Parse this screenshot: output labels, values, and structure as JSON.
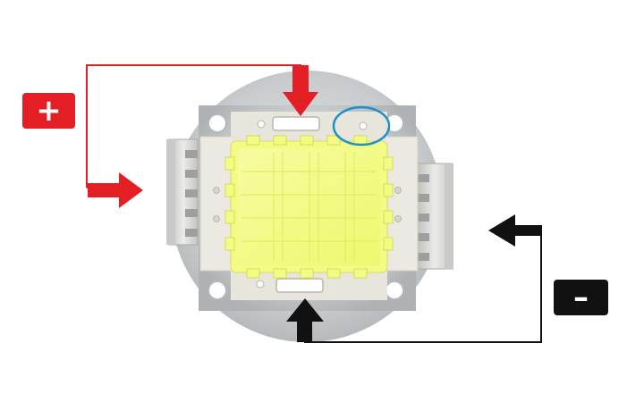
{
  "labels": {
    "positive": "+",
    "negative": "–"
  },
  "colors": {
    "positive_wire": "#e31e24",
    "negative_wire": "#111111",
    "positive_badge": "#e31e24",
    "negative_badge": "#111111",
    "marker_circle": "#1f8fc9",
    "phosphor": "#f2fb82",
    "ceramic": "#ece9e2",
    "metal_base": "#cfd2d4",
    "tabs": "#d9d9d6"
  },
  "icons": {
    "positive_arrow": "arrow-right",
    "positive_terminal_arrow": "arrow-down",
    "negative_arrow": "arrow-left",
    "negative_terminal_arrow": "arrow-up",
    "polarity_marker": "circle"
  }
}
